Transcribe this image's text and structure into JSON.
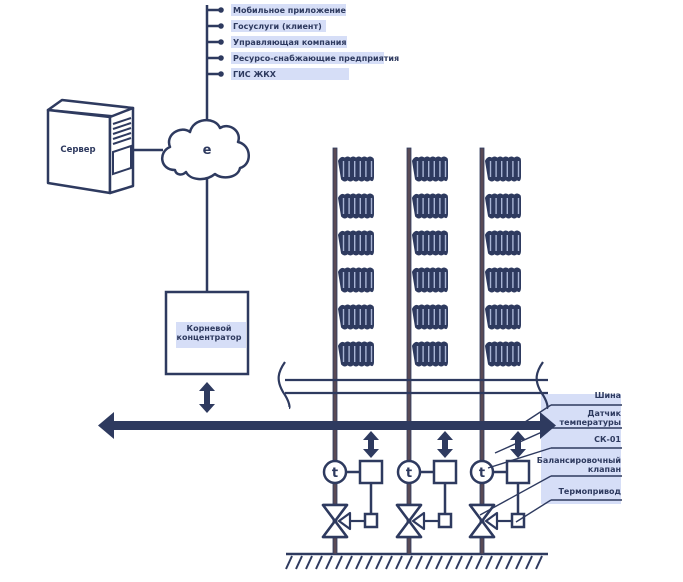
{
  "colors": {
    "primary": "#2e3a5f",
    "riser": "#5a4a55",
    "highlight": "#d6def7",
    "radiator_fin": "#a8b4d4"
  },
  "services": [
    {
      "label": "Мобильное приложение"
    },
    {
      "label": "Госуслуги (клиент)"
    },
    {
      "label": "Управляющая компания"
    },
    {
      "label": "Ресурсо-снабжающие предприятия"
    },
    {
      "label": "ГИС ЖКХ"
    }
  ],
  "server": {
    "label": "Сервер"
  },
  "cloud": {
    "label": "e"
  },
  "concentrator": {
    "line1": "Корневой",
    "line2": "концентратор"
  },
  "risers": [
    {
      "id": "riser-1",
      "radiators": 6
    },
    {
      "id": "riser-2",
      "radiators": 6
    },
    {
      "id": "riser-3",
      "radiators": 6
    }
  ],
  "legend": [
    {
      "lines": [
        "Шина"
      ]
    },
    {
      "lines": [
        "Датчик",
        "температуры"
      ]
    },
    {
      "lines": [
        "СК-01"
      ]
    },
    {
      "lines": [
        "Балансировочный",
        "клапан"
      ]
    },
    {
      "lines": [
        "Термопривод"
      ]
    }
  ],
  "sensor_symbol": "t"
}
